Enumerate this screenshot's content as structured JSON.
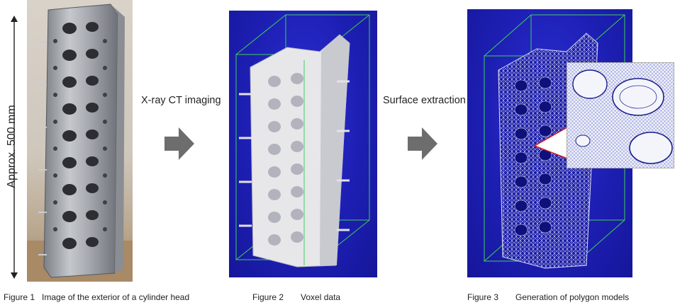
{
  "dimension": {
    "label": "Approx. 500 mm"
  },
  "steps": [
    {
      "label": "X-ray CT imaging"
    },
    {
      "label": "Surface extraction"
    }
  ],
  "figures": [
    {
      "number": "Figure 1",
      "caption": "Image of the exterior of a cylinder head"
    },
    {
      "number": "Figure 2",
      "caption": "Voxel data"
    },
    {
      "number": "Figure 3",
      "caption": "Generation of polygon models"
    }
  ],
  "colors": {
    "ct_background": "#1d1fb3",
    "bounding_box": "#3fcf5a",
    "arrow": "#6d6d6d",
    "mesh": "#ffffff",
    "inset_pointer": "#d21f26"
  }
}
